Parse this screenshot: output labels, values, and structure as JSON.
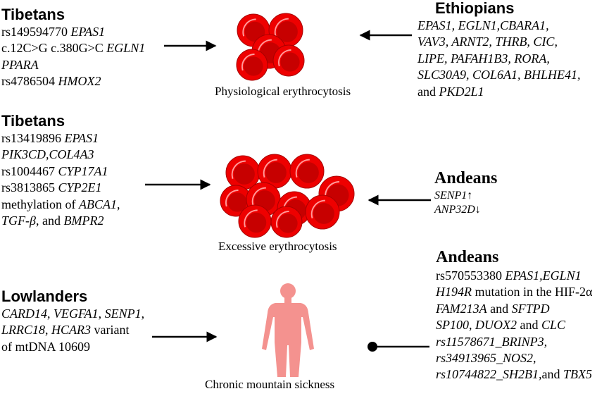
{
  "groups": {
    "tibetans_physio": {
      "title": "Tibetans",
      "lines": [
        [
          {
            "t": "rs149594770 ",
            "i": false
          },
          {
            "t": "EPAS1",
            "i": true
          }
        ],
        [
          {
            "t": "c.12C>G c.380G>C ",
            "i": false
          },
          {
            "t": "EGLN1",
            "i": true
          }
        ],
        [
          {
            "t": "PPARA",
            "i": true
          }
        ],
        [
          {
            "t": "rs4786504 ",
            "i": false
          },
          {
            "t": "HMOX2",
            "i": true
          }
        ]
      ]
    },
    "ethiopians": {
      "title": "Ethiopians",
      "lines": [
        [
          {
            "t": "EPAS1, EGLN1,CBARA1,",
            "i": true
          }
        ],
        [
          {
            "t": "VAV3, ARNT2, THRB, CIC,",
            "i": true
          }
        ],
        [
          {
            "t": "LIPE, PAFAH1B3, RORA,",
            "i": true
          }
        ],
        [
          {
            "t": "SLC30A9, COL6A1, BHLHE41,",
            "i": true
          }
        ],
        [
          {
            "t": "and ",
            "i": false
          },
          {
            "t": "PKD2L1",
            "i": true
          }
        ]
      ]
    },
    "tibetans_excess": {
      "title": "Tibetans",
      "lines": [
        [
          {
            "t": "rs13419896 ",
            "i": false
          },
          {
            "t": "EPAS1",
            "i": true
          }
        ],
        [
          {
            "t": "PIK3CD,COL4A3",
            "i": true
          }
        ],
        [
          {
            "t": "rs1004467 ",
            "i": false
          },
          {
            "t": "CYP17A1",
            "i": true
          }
        ],
        [
          {
            "t": "rs3813865 ",
            "i": false
          },
          {
            "t": "CYP2E1",
            "i": true
          }
        ],
        [
          {
            "t": "methylation of ",
            "i": false
          },
          {
            "t": "ABCA1",
            "i": true
          },
          {
            "t": ",",
            "i": false
          }
        ],
        [
          {
            "t": "TGF-β",
            "i": true
          },
          {
            "t": ", and ",
            "i": false
          },
          {
            "t": "BMPR2",
            "i": true
          }
        ]
      ]
    },
    "andeans_excess": {
      "title": "Andeans",
      "lines": [
        [
          {
            "t": "SENP1",
            "i": true
          },
          {
            "t": "↑",
            "i": false
          }
        ],
        [
          {
            "t": "ANP32D",
            "i": true
          },
          {
            "t": "↓",
            "i": false
          }
        ]
      ]
    },
    "lowlanders": {
      "title": "Lowlanders",
      "lines": [
        [
          {
            "t": "CARD14",
            "i": true
          },
          {
            "t": ", ",
            "i": false
          },
          {
            "t": "VEGFA1",
            "i": true
          },
          {
            "t": ", ",
            "i": false
          },
          {
            "t": "SENP1",
            "i": true
          },
          {
            "t": ",",
            "i": false
          }
        ],
        [
          {
            "t": "LRRC18",
            "i": true
          },
          {
            "t": ", ",
            "i": false
          },
          {
            "t": "HCAR3",
            "i": true
          },
          {
            "t": " variant",
            "i": false
          }
        ],
        [
          {
            "t": "of mtDNA 10609",
            "i": false
          }
        ]
      ]
    },
    "andeans_cms": {
      "title": "Andeans",
      "lines": [
        [
          {
            "t": "rs570553380 ",
            "i": false
          },
          {
            "t": "EPAS1,EGLN1",
            "i": true
          }
        ],
        [
          {
            "t": "H194R",
            "i": true
          },
          {
            "t": " mutation in the HIF-2α",
            "i": false
          }
        ],
        [
          {
            "t": "FAM213A",
            "i": true
          },
          {
            "t": " and ",
            "i": false
          },
          {
            "t": "SFTPD",
            "i": true
          }
        ],
        [
          {
            "t": "SP100",
            "i": true
          },
          {
            "t": ", ",
            "i": false
          },
          {
            "t": "DUOX2",
            "i": true
          },
          {
            "t": " and ",
            "i": false
          },
          {
            "t": "CLC",
            "i": true
          }
        ],
        [
          {
            "t": "rs11578671_BRINP3,",
            "i": true
          }
        ],
        [
          {
            "t": "rs34913965_NOS2,",
            "i": true
          }
        ],
        [
          {
            "t": "rs10744822_SH2B1,",
            "i": true
          },
          {
            "t": "and ",
            "i": false
          },
          {
            "t": "TBX5",
            "i": true
          }
        ]
      ]
    }
  },
  "captions": {
    "physiological": "Physiological erythrocytosis",
    "excessive": "Excessive erythrocytosis",
    "cms": "Chronic mountain sickness"
  },
  "colors": {
    "rbc_fill": "#ee0000",
    "rbc_dark": "#c70000",
    "human_fill": "#f4928f",
    "arrow": "#000000"
  }
}
